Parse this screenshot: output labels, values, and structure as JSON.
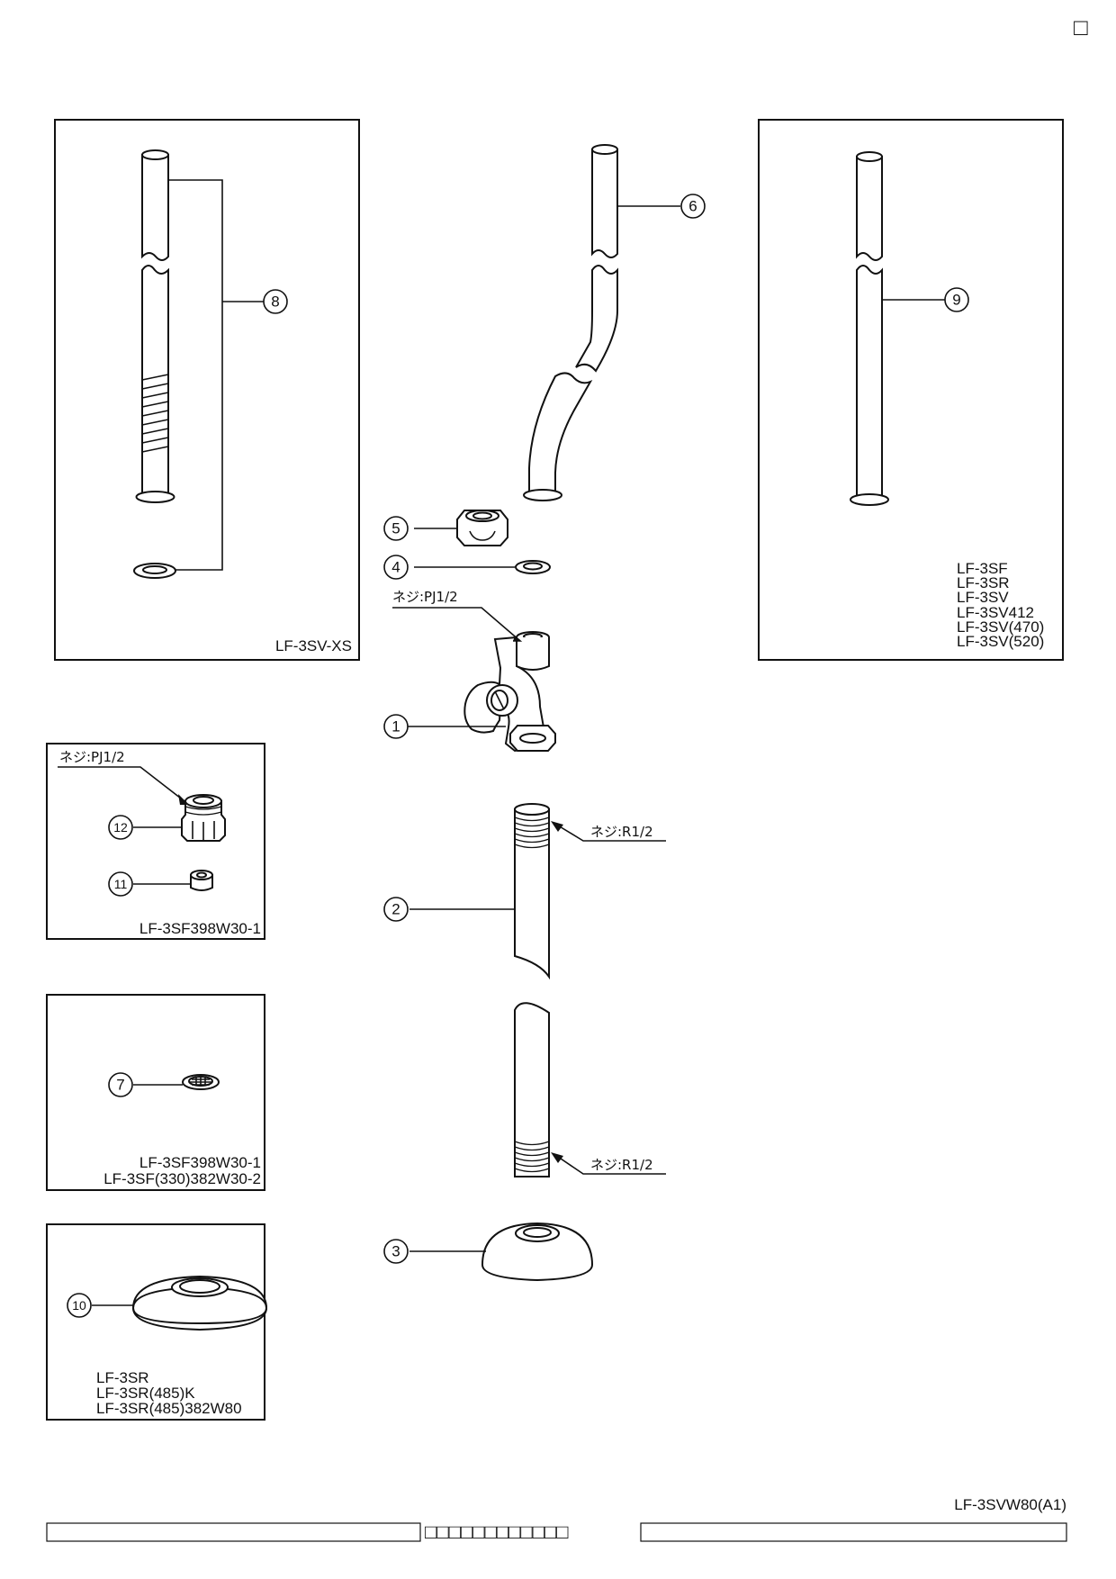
{
  "doc_code": "LF-3SVW80(A1)",
  "top_right_box": "□",
  "footer_boxes": "□□□□□□□□□□□□",
  "callouts": [
    "1",
    "2",
    "3",
    "4",
    "5",
    "6",
    "7",
    "8",
    "9",
    "10",
    "11",
    "12"
  ],
  "thread_labels": {
    "pj_upper": "ネジ:PJ1/2",
    "pj_left": "ネジ:PJ1/2",
    "r_top": "ネジ:R1/2",
    "r_bottom": "ネジ:R1/2"
  },
  "panels": {
    "xs": {
      "models": [
        "LF-3SV-XS"
      ]
    },
    "right": {
      "models": [
        "LF-3SF",
        "LF-3SR",
        "LF-3SV",
        "LF-3SV412",
        "LF-3SV(470)",
        "LF-3SV(520)"
      ]
    },
    "adapter": {
      "models": [
        "LF-3SF398W30-1"
      ]
    },
    "strainer": {
      "models": [
        "LF-3SF398W30-1",
        "LF-3SF(330)382W30-2"
      ]
    },
    "flange": {
      "models": [
        "LF-3SR",
        "LF-3SR(485)K",
        "LF-3SR(485)382W80"
      ]
    }
  }
}
